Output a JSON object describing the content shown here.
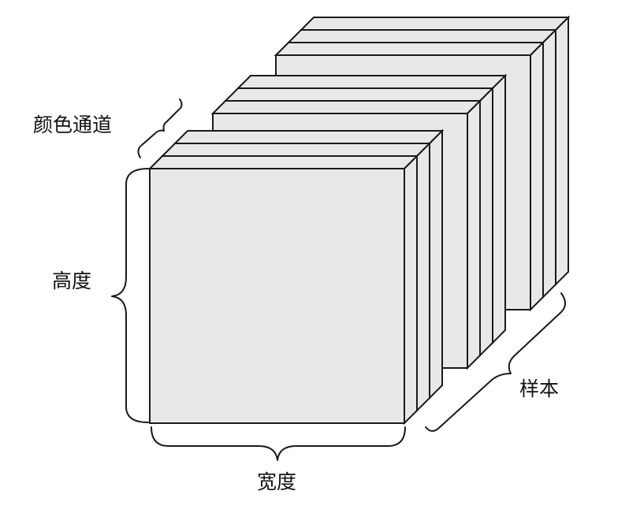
{
  "labels": {
    "channels": "颜色通道",
    "height": "高度",
    "width": "宽度",
    "samples": "样本"
  },
  "colors": {
    "face": "#e8e8e8",
    "stroke": "#1a1a1a",
    "background": "#ffffff"
  },
  "structure": {
    "sample_count": 3,
    "channel_layers_per_sample": 3
  }
}
